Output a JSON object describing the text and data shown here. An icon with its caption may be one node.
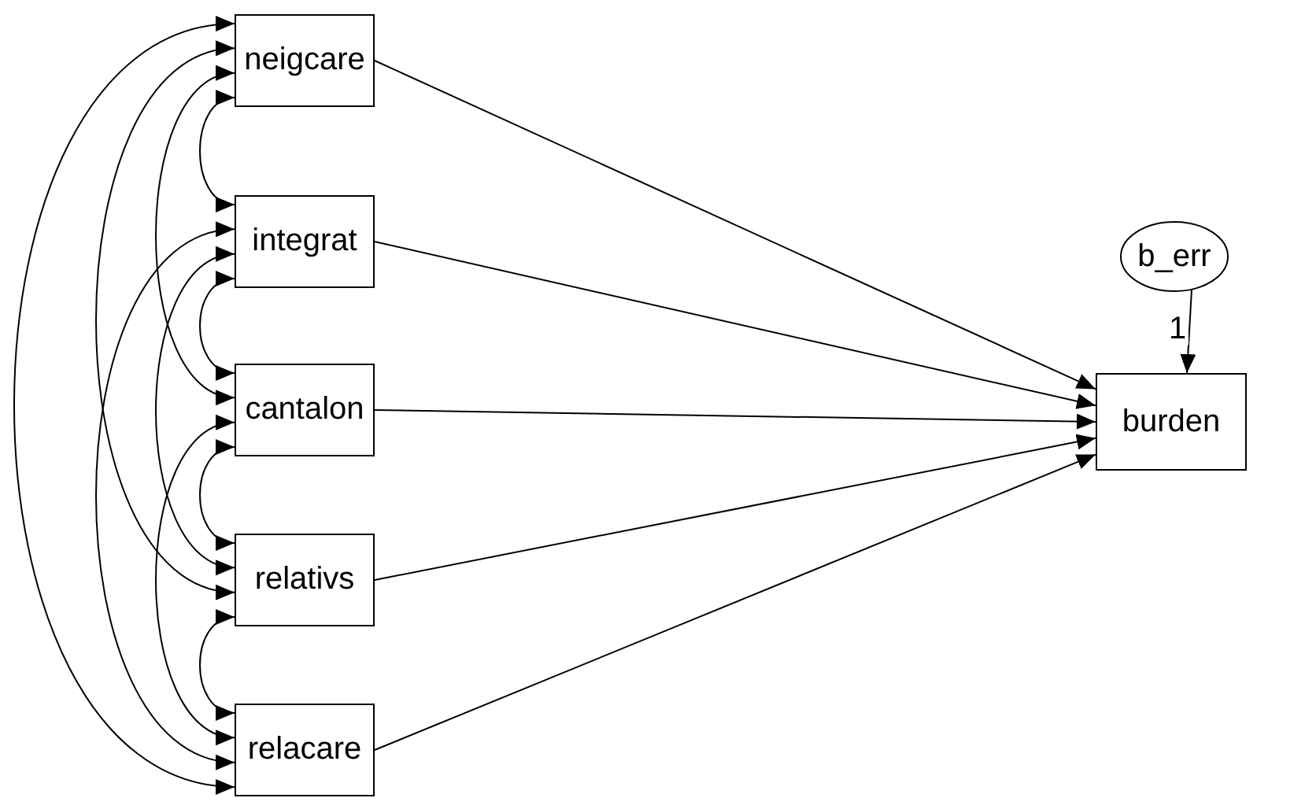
{
  "diagram": {
    "nodes": [
      {
        "text": [
          "neigcare"
        ]
      },
      {
        "text": [
          "integrat"
        ]
      },
      {
        "text": [
          "cantalon"
        ]
      },
      {
        "text": [
          "relativs"
        ]
      },
      {
        "text": [
          "relacare"
        ]
      },
      {
        "text": [
          "b_err"
        ]
      },
      {
        "text": [
          "burden"
        ]
      }
    ],
    "edges": [
      {
        "from": 0,
        "to": 6,
        "arrow": "to"
      },
      {
        "from": 1,
        "to": 6,
        "arrow": "to"
      },
      {
        "from": 2,
        "to": 6,
        "arrow": "to"
      },
      {
        "from": 3,
        "to": 6,
        "arrow": "to"
      },
      {
        "from": 4,
        "to": 6,
        "arrow": "to"
      },
      {
        "from": 5,
        "to": 6,
        "arrow": "to",
        "label": "1"
      },
      {
        "from": 0,
        "to": 1,
        "arrow": "both"
      },
      {
        "from": 0,
        "to": 2,
        "arrow": "both"
      },
      {
        "from": 0,
        "to": 3,
        "arrow": "both"
      },
      {
        "from": 0,
        "to": 4,
        "arrow": "both"
      },
      {
        "from": 1,
        "to": 2,
        "arrow": "both"
      },
      {
        "from": 1,
        "to": 3,
        "arrow": "both"
      },
      {
        "from": 1,
        "to": 4,
        "arrow": "both"
      },
      {
        "from": 2,
        "to": 3,
        "arrow": "both"
      },
      {
        "from": 2,
        "to": 4,
        "arrow": "both"
      },
      {
        "from": 3,
        "to": 4,
        "arrow": "both"
      }
    ]
  }
}
